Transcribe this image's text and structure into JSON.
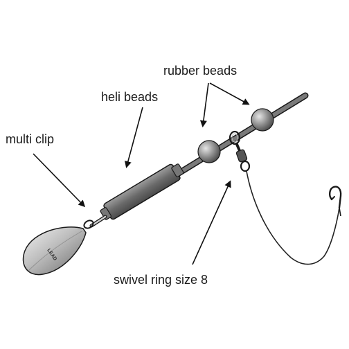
{
  "labels": {
    "rubber_beads": "rubber beads",
    "heli_beads": "heli beads",
    "multi_clip": "multi clip",
    "swivel_ring": "swivel ring size 8"
  },
  "lead_text": "LEAD",
  "colors": {
    "outline": "#1a1a1a",
    "metal_light": "#d9d9d9",
    "metal_mid": "#9a9a9a",
    "metal_dark": "#5f5f5f",
    "tube": "#6e6e6e",
    "line": "#333333"
  }
}
